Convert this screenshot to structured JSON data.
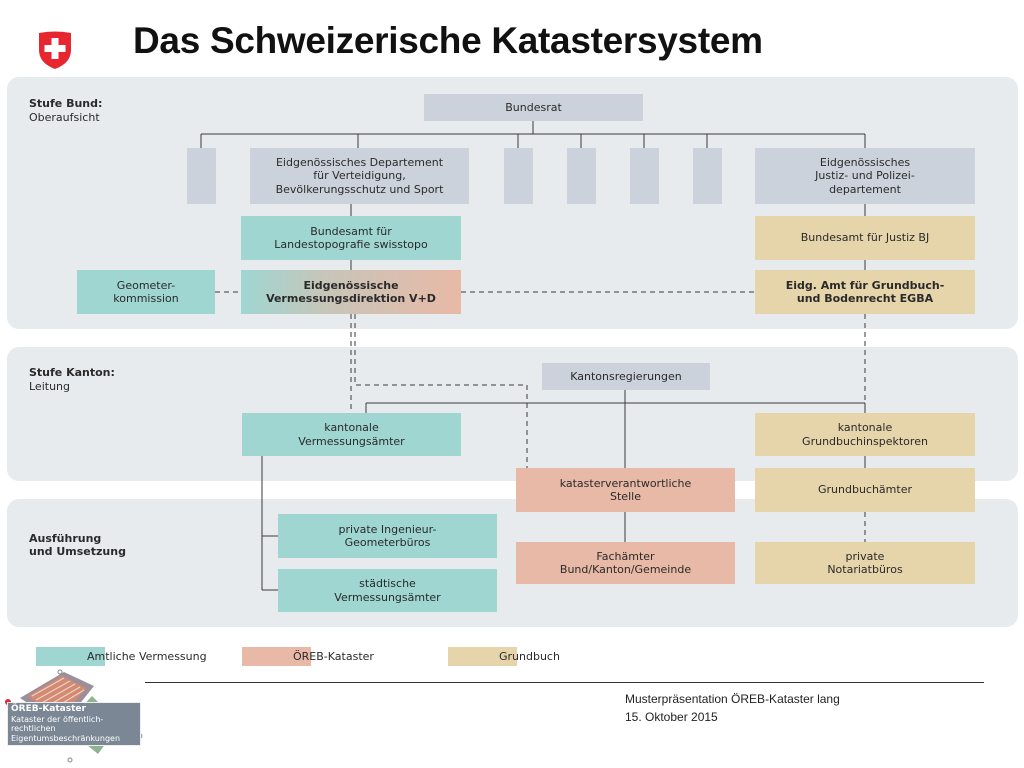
{
  "header": {
    "title": "Das Schweizerische Katastersystem"
  },
  "bands": {
    "bund": {
      "label_bold": "Stufe Bund:",
      "label_normal": "Oberaufsicht"
    },
    "kanton": {
      "label_bold": "Stufe Kanton:",
      "label_normal": "Leitung"
    },
    "ausfuehrung": {
      "label_bold": "Ausführung\nund Umsetzung",
      "label_normal": ""
    }
  },
  "boxes": {
    "bundesrat": "Bundesrat",
    "vbs": "Eidgenössisches Departement\nfür Verteidigung,\nBevölkerungsschutz und Sport",
    "ejpd": "Eidgenössisches\nJustiz- und Polizei-\ndepartement",
    "swisstopo": "Bundesamt für\nLandestopografie swisstopo",
    "bj": "Bundesamt für Justiz BJ",
    "geometer": "Geometer-\nkommission",
    "vd": "Eidgenössische\nVermessungsdirektion V+D",
    "egba": "Eidg. Amt für Grundbuch-\nund Bodenrecht EGBA",
    "kantonsregierungen": "Kantonsregierungen",
    "vermessungsaemter": "kantonale\nVermessungsämter",
    "grundbuchinspektoren": "kantonale\nGrundbuchinspektoren",
    "katasterstelle": "katasterverantwortliche\nStelle",
    "grundbuchaemter": "Grundbuchämter",
    "ingenieure": "private Ingenieur-\nGeometerbüros",
    "fachaemter": "Fachämter\nBund/Kanton/Gemeinde",
    "notariat": "private\nNotariatbüros",
    "staedtische": "städtische\nVermessungsämter"
  },
  "legend": {
    "amtliche": "Amtliche Vermessung",
    "oereb": "ÖREB-Kataster",
    "grundbuch": "Grundbuch"
  },
  "footer": {
    "presentation": "Musterpräsentation ÖREB-Kataster lang",
    "date": "15. Oktober 2015"
  },
  "logo": {
    "title": "ÖREB-Kataster",
    "subtitle": "Kataster der öffentlich-rechtlichen Eigentumsbeschränkungen"
  },
  "colors": {
    "amtliche": "#9fd6d2",
    "oereb": "#e8b9a6",
    "grundbuch": "#e6d4ab",
    "department": "#ccd2dc",
    "band": "#e8ebee"
  }
}
